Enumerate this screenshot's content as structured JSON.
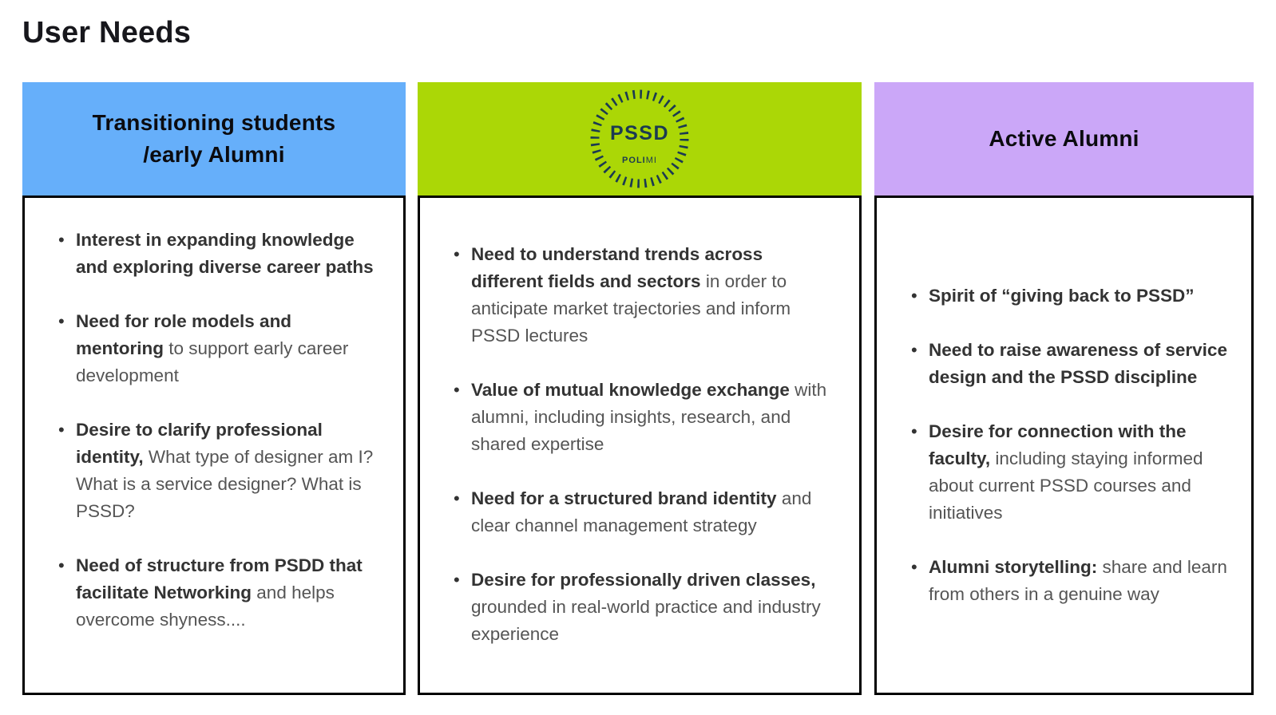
{
  "title": "User Needs",
  "glyphs": {
    "bullet": "•"
  },
  "colors": {
    "column1_header_bg": "#66affa",
    "column2_header_bg": "#abd706",
    "column3_header_bg": "#cba7f8",
    "logo_navy": "#1b3a52",
    "bold_text": "#333333",
    "regular_text": "#555555",
    "box_border": "#000000"
  },
  "columns": [
    {
      "header_line1": "Transitioning students",
      "header_line2": "/early Alumni",
      "bullets": [
        {
          "bold": "Interest in expanding knowledge and exploring diverse career paths",
          "regular": ""
        },
        {
          "bold": "Need for role models and mentoring",
          "regular": " to support early career development"
        },
        {
          "bold": "Desire to clarify professional identity,",
          "regular": " What type of designer am I? What is a service designer? What is PSSD?"
        },
        {
          "bold": "Need of structure from PSDD that facilitate Networking",
          "regular": " and helps overcome shyness...."
        }
      ]
    },
    {
      "logo": {
        "wordmark": "PSSD",
        "sub_bold": "POLI",
        "sub_light": "MI"
      },
      "bullets": [
        {
          "bold": "Need to understand trends across different fields and sectors",
          "regular": " in order to anticipate market trajectories and inform PSSD lectures"
        },
        {
          "bold": "Value of mutual knowledge exchange",
          "regular": " with alumni, including insights, research, and shared expertise"
        },
        {
          "bold": "Need for a structured brand identity",
          "regular": " and clear channel management strategy"
        },
        {
          "bold": "Desire for professionally driven classes,",
          "regular": " grounded in real-world practice and industry experience"
        }
      ]
    },
    {
      "header_line1": "Active Alumni",
      "bullets": [
        {
          "bold": "Spirit of “giving back to PSSD”",
          "regular": ""
        },
        {
          "bold": "Need to raise awareness of service design and the PSSD discipline",
          "regular": ""
        },
        {
          "bold": "Desire for connection with the faculty,",
          "regular": " including staying informed about current PSSD courses and initiatives"
        },
        {
          "bold": "Alumni storytelling:",
          "regular": " share and learn from others in a genuine way"
        }
      ]
    }
  ]
}
